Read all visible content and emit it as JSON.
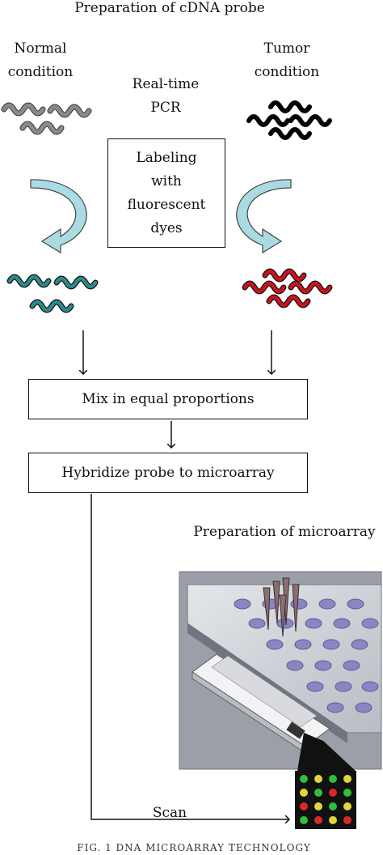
{
  "titles": {
    "probe": "Preparation of cDNA probe",
    "microarray": "Preparation of microarray"
  },
  "conditions": {
    "normal": "Normal\ncondition",
    "tumor": "Tumor\ncondition"
  },
  "pcr_label": "Real-time\nPCR",
  "labeling_box": "Labeling\nwith\nfluorescent\ndyes",
  "steps": {
    "mix": "Mix in equal proportions",
    "hybridize": "Hybridize probe to microarray",
    "scan": "Scan"
  },
  "caption": "FIG. 1 DNA MICROARRAY TECHNOLOGY",
  "colors": {
    "normal_dna": "#8a8a8a",
    "tumor_dna": "#000000",
    "green_dye": "#2a8a8c",
    "red_dye": "#c8141c",
    "curved_arrow": "#a9dbe3",
    "plate_bg": "#9a9fa8",
    "well": "#8a86c4"
  },
  "icons": {
    "curved_arrow": "curved-arrow-icon",
    "dna_strand": "dna-strand-icon",
    "pipette": "pipette-tip-icon",
    "scan_grid": "fluorescent-spot-grid"
  }
}
